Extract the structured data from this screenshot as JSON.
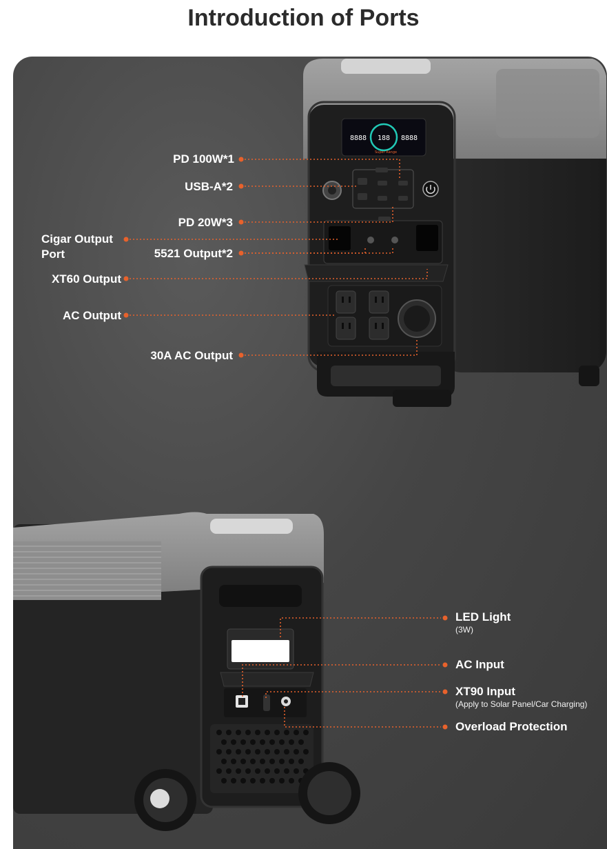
{
  "title": "Introduction of Ports",
  "colors": {
    "accent": "#e8622c",
    "panel": "#474747",
    "title": "#2b2b2b"
  },
  "front_labels": {
    "pd100": "PD 100W*1",
    "usba": "USB-A*2",
    "pd20": "PD 20W*3",
    "cigar_line1": "Cigar Output",
    "cigar_line2": "Port",
    "dc5521": "5521 Output*2",
    "xt60": "XT60 Output",
    "ac_output": "AC Output",
    "ac30": "30A AC Output"
  },
  "back_labels": {
    "led": "LED Light",
    "led_sub": "(3W)",
    "ac_input": "AC Input",
    "xt90": "XT90 Input",
    "xt90_sub": "(Apply to Solar Panel/Car Charging)",
    "overload": "Overload Protection"
  },
  "device": {
    "screen_left": "8888",
    "screen_center": "188",
    "screen_right": "8888",
    "screen_tag": "Super Range"
  }
}
